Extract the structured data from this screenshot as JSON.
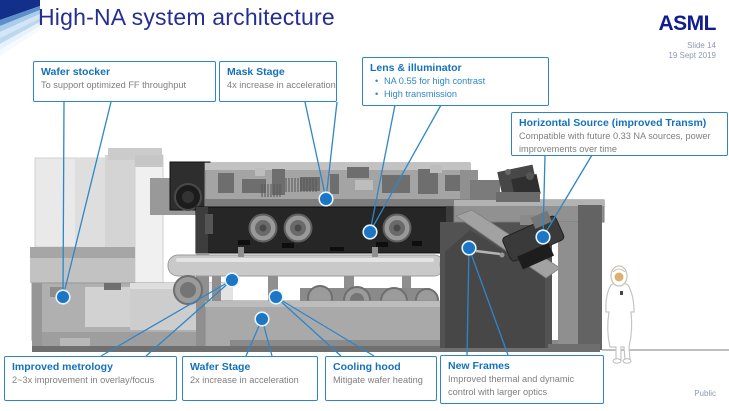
{
  "slide": {
    "title": "High-NA system architecture",
    "slide_number": "Slide 14",
    "date": "19 Sept 2019",
    "classification": "Public"
  },
  "brand": {
    "logo_text": "ASML",
    "logo_color": "#101c8f"
  },
  "colors": {
    "title_navy": "#252e93",
    "accent_blue": "#2e86c8",
    "callout_title_blue": "#1371bc",
    "body_gray": "#7f7f7f",
    "meta_gray_blue": "#8d99b5",
    "marker_blue": "#1b76c5"
  },
  "callouts": [
    {
      "id": "wafer-stocker",
      "title": "Wafer stocker",
      "body": "To support optimized FF throughput"
    },
    {
      "id": "mask-stage",
      "title": "Mask Stage",
      "body": "4x increase in acceleration"
    },
    {
      "id": "lens-illuminator",
      "title": "Lens & illuminator",
      "bullets": [
        "NA 0.55 for high contrast",
        "High transmission"
      ]
    },
    {
      "id": "horizontal-source",
      "title": "Horizontal Source (improved Transm)",
      "body": "Compatible with future 0.33 NA sources, power improvements over time"
    },
    {
      "id": "improved-metrology",
      "title": "Improved metrology",
      "body": "2~3x improvement in overlay/focus"
    },
    {
      "id": "wafer-stage",
      "title": "Wafer Stage",
      "body": "2x increase in acceleration"
    },
    {
      "id": "cooling-hood",
      "title": "Cooling hood",
      "body": "Mitigate wafer heating"
    },
    {
      "id": "new-frames",
      "title": "New Frames",
      "body": "Improved thermal and dynamic control with larger optics"
    }
  ],
  "diagram": {
    "kind": "grayscale cutaway render of High-NA EUV lithography system with cleanroom person for scale",
    "marker_count": 8
  }
}
